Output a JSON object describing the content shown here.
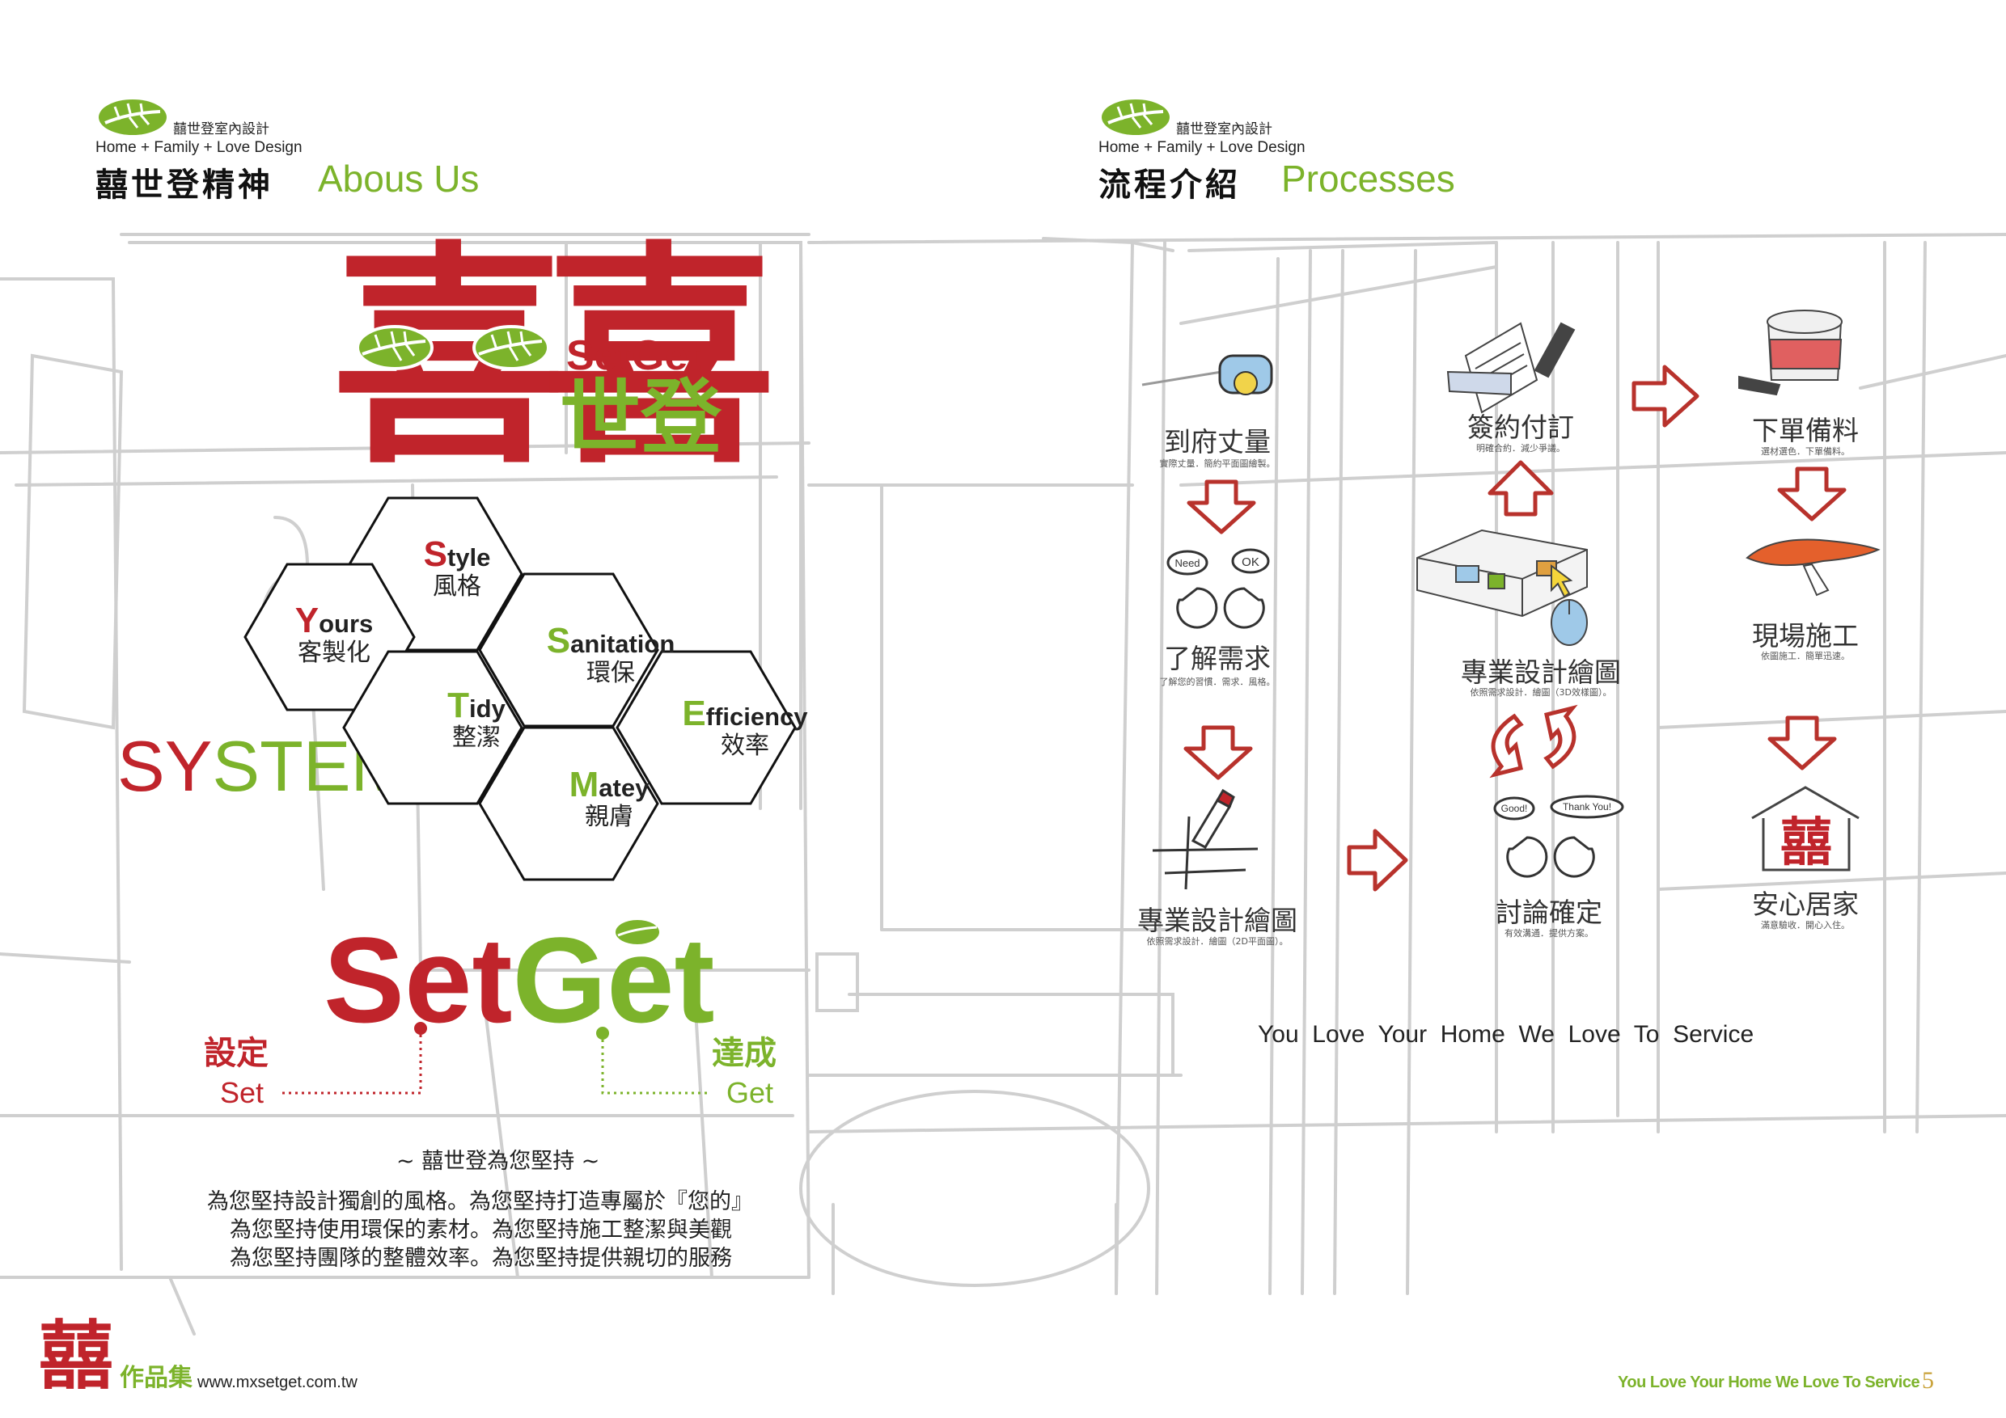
{
  "colors": {
    "brand_red": "#c0242b",
    "brand_green": "#7cb32b",
    "sketch_gray": "#cfcfcf",
    "arrow_red": "#b8322c"
  },
  "left_page": {
    "brand_cn": "囍世登室內設計",
    "brand_en": "Home + Family + Love Design",
    "title_cn": "囍世登精神",
    "title_en": "Abous Us",
    "logo": {
      "xi": "喜喜",
      "setget": "SetGet",
      "cn": "世登"
    },
    "system": {
      "sy": "SY",
      "stem": "STEM"
    },
    "hexagons": [
      {
        "initial": "S",
        "rest": "tyle",
        "cn": "風格"
      },
      {
        "initial": "Y",
        "rest": "ours",
        "cn": "客製化"
      },
      {
        "initial": "S",
        "rest": "anitation",
        "cn": "環保"
      },
      {
        "initial": "T",
        "rest": "idy",
        "cn": "整潔"
      },
      {
        "initial": "E",
        "rest": "fficiency",
        "cn": "效率"
      },
      {
        "initial": "M",
        "rest": "atey",
        "cn": "親膚"
      }
    ],
    "setget_big": {
      "set": "Set",
      "get": "Get"
    },
    "set_label": {
      "cn": "設定",
      "en": "Set"
    },
    "get_label": {
      "cn": "達成",
      "en": "Get"
    },
    "tagline": "~ 囍世登為您堅持 ~",
    "paragraph": [
      "為您堅持設計獨創的風格。為您堅持打造專屬於『您的』",
      "為您堅持使用環保的素材。為您堅持施工整潔與美觀",
      "為您堅持團隊的整體效率。為您堅持提供親切的服務"
    ]
  },
  "right_page": {
    "brand_cn": "囍世登室內設計",
    "brand_en": "Home + Family + Love Design",
    "title_cn": "流程介紹",
    "title_en": "Processes",
    "steps": [
      {
        "title": "到府丈量",
        "sub": "實際丈量．簡約平面圖繪製。",
        "icon": "tape-measure-icon"
      },
      {
        "title": "了解需求",
        "sub": "了解您的習慣．需求．風格。",
        "icon": "need-ok-faces-icon",
        "bubbles": [
          "Need",
          "OK"
        ]
      },
      {
        "title": "專業設計繪圖",
        "sub": "依照需求設計．繪圖（2D平面圖）。",
        "icon": "pencil-drafting-icon"
      },
      {
        "title": "討論確定",
        "sub": "有效溝通．提供方案。",
        "icon": "good-thankyou-faces-icon",
        "bubbles": [
          "Good!",
          "Thank You!"
        ]
      },
      {
        "title": "專業設計繪圖",
        "sub": "依照需求設計．繪圖（3D效樣圖）。",
        "icon": "3d-model-mouse-icon"
      },
      {
        "title": "簽約付訂",
        "sub": "明確合約．減少爭議。",
        "icon": "contract-pen-icon"
      },
      {
        "title": "下單備料",
        "sub": "選材選色．下單備料。",
        "icon": "paint-bucket-icon"
      },
      {
        "title": "現場施工",
        "sub": "依圖施工．簡單迅速。",
        "icon": "trowel-icon"
      },
      {
        "title": "安心居家",
        "sub": "滿意驗收．開心入住。",
        "icon": "xi-house-icon"
      }
    ],
    "slogan": "You  Love  Your  Home  We  Love  To  Service"
  },
  "footer": {
    "logo_xi": "囍",
    "works": "作品集",
    "url": "www.mxsetget.com.tw",
    "slogan": "You Love Your Home We Love To Service",
    "page_number": "5"
  }
}
